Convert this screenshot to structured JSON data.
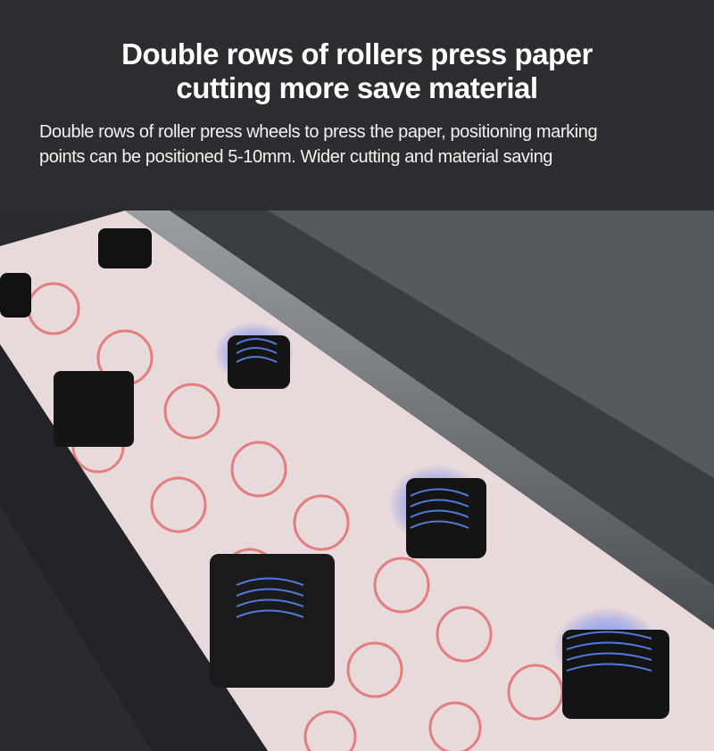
{
  "header": {
    "title_line1": "Double rows of rollers press paper",
    "title_line2": "cutting more save material",
    "description_line1": "Double rows of roller press wheels to press the paper, positioning marking",
    "description_line2": "points can be positioned 5-10mm. Wider cutting and material saving"
  },
  "colors": {
    "background": "#2b2d30",
    "paper": "#e9dcdc",
    "sticker": "#e0787a",
    "spring_glow": "#3a7bff"
  }
}
